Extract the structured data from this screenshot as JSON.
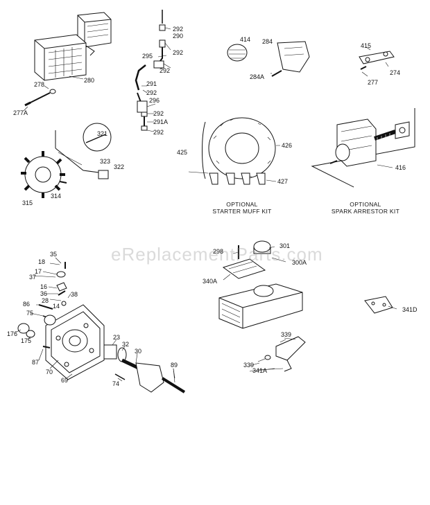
{
  "watermark": "eReplacementParts.com",
  "captions": {
    "starter_muff": [
      "OPTIONAL",
      "STARTER MUFF KIT"
    ],
    "spark_arrestor": [
      "OPTIONAL",
      "SPARK ARRESTOR KIT"
    ]
  },
  "callouts": {
    "c280": "280",
    "c278": "278",
    "c277A": "277A",
    "c292a": "292",
    "c290": "290",
    "c292b": "292",
    "c295": "295",
    "c292c": "292",
    "c291": "291",
    "c292d": "292",
    "c296": "296",
    "c292e": "292",
    "c291A": "291A",
    "c292f": "292",
    "c414": "414",
    "c284": "284",
    "c284A": "284A",
    "c415": "415",
    "c274": "274",
    "c277": "277",
    "c321": "321",
    "c323": "323",
    "c322": "322",
    "c315": "315",
    "c314": "314",
    "c425": "425",
    "c426": "426",
    "c427": "427",
    "c416": "416",
    "c35": "35",
    "c18": "18",
    "c17": "17",
    "c37": "37",
    "c16": "16",
    "c36": "36",
    "c38": "38",
    "c28": "28",
    "c14": "14",
    "c86": "86",
    "c75": "75",
    "c176": "176",
    "c175": "175",
    "c87": "87",
    "c70": "70",
    "c69": "69",
    "c23": "23",
    "c32": "32",
    "c30": "30",
    "c74": "74",
    "c89": "89",
    "c298": "298",
    "c301": "301",
    "c300A": "300A",
    "c340A": "340A",
    "c341D": "341D",
    "c339a": "339",
    "c339b": "339",
    "c341A": "341A"
  }
}
